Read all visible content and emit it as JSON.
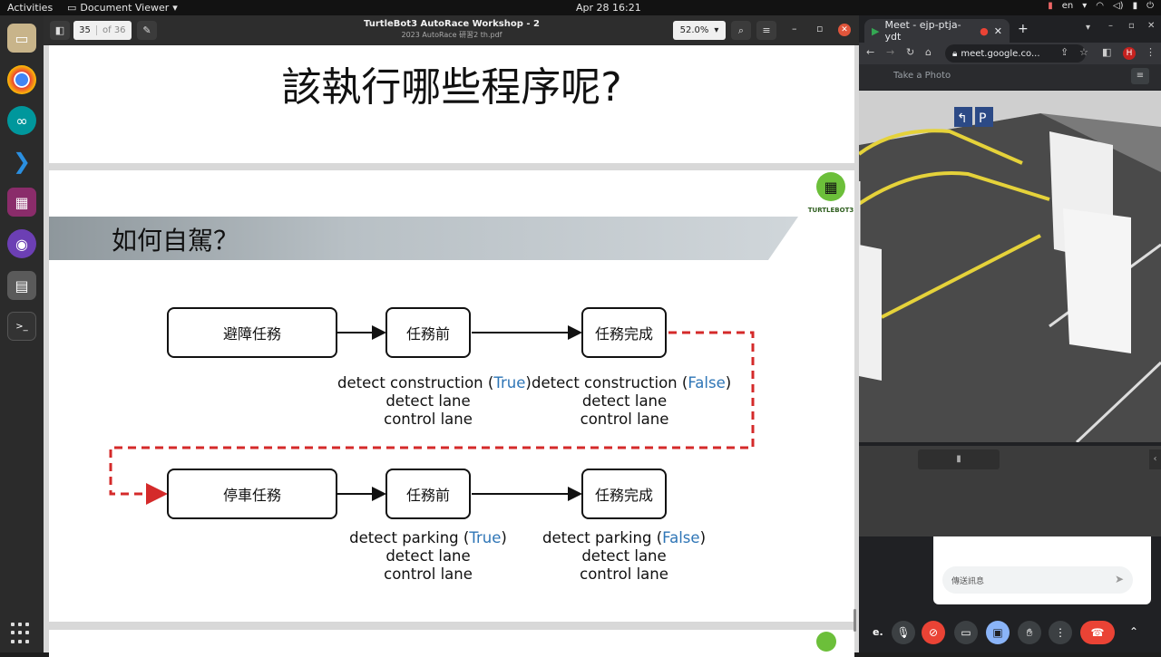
{
  "topbar": {
    "activities": "Activities",
    "app_menu": "Document Viewer",
    "clock": "Apr 28  16:21",
    "lang": "en"
  },
  "docviewer": {
    "page_current": "35",
    "page_total": "of 36",
    "title": "TurtleBot3 AutoRace Workshop - 2",
    "subtitle": "2023 AutoRace 研習2 th.pdf",
    "zoom": "52.0%"
  },
  "slide1": {
    "heading": "該執行哪些程序呢?"
  },
  "slide2": {
    "banner_title": "如何自駕？",
    "logo_text": "TURTLEBOT3",
    "row1": {
      "box1": "避障任務",
      "box2": "任務前",
      "box3": "任務完成",
      "cap2_l1_pre": "detect construction (",
      "cap2_l1_val": "True",
      "cap2_l1_post": ")",
      "cap2_l2": "detect lane",
      "cap2_l3": "control lane",
      "cap3_l1_pre": "detect construction (",
      "cap3_l1_val": "False",
      "cap3_l1_post": ")",
      "cap3_l2": "detect lane",
      "cap3_l3": "control lane"
    },
    "row2": {
      "box1": "停車任務",
      "box2": "任務前",
      "box3": "任務完成",
      "cap2_l1_pre": "detect parking (",
      "cap2_l1_val": "True",
      "cap2_l1_post": ")",
      "cap2_l2": "detect lane",
      "cap2_l3": "control lane",
      "cap3_l1_pre": "detect parking (",
      "cap3_l1_val": "False",
      "cap3_l1_post": ")",
      "cap3_l2": "detect lane",
      "cap3_l3": "control lane"
    }
  },
  "chrome": {
    "tab_title": "Meet - ejp-ptja-ydt",
    "url": "meet.google.co...",
    "meet_label": "Take a Photo",
    "chat_placeholder": "傳送訊息",
    "user_initial": "H",
    "ctrl_label": "e."
  },
  "colors": {
    "arrow": "#111111",
    "dashed": "#d42a2a",
    "accent_blue": "#2e75b6"
  }
}
